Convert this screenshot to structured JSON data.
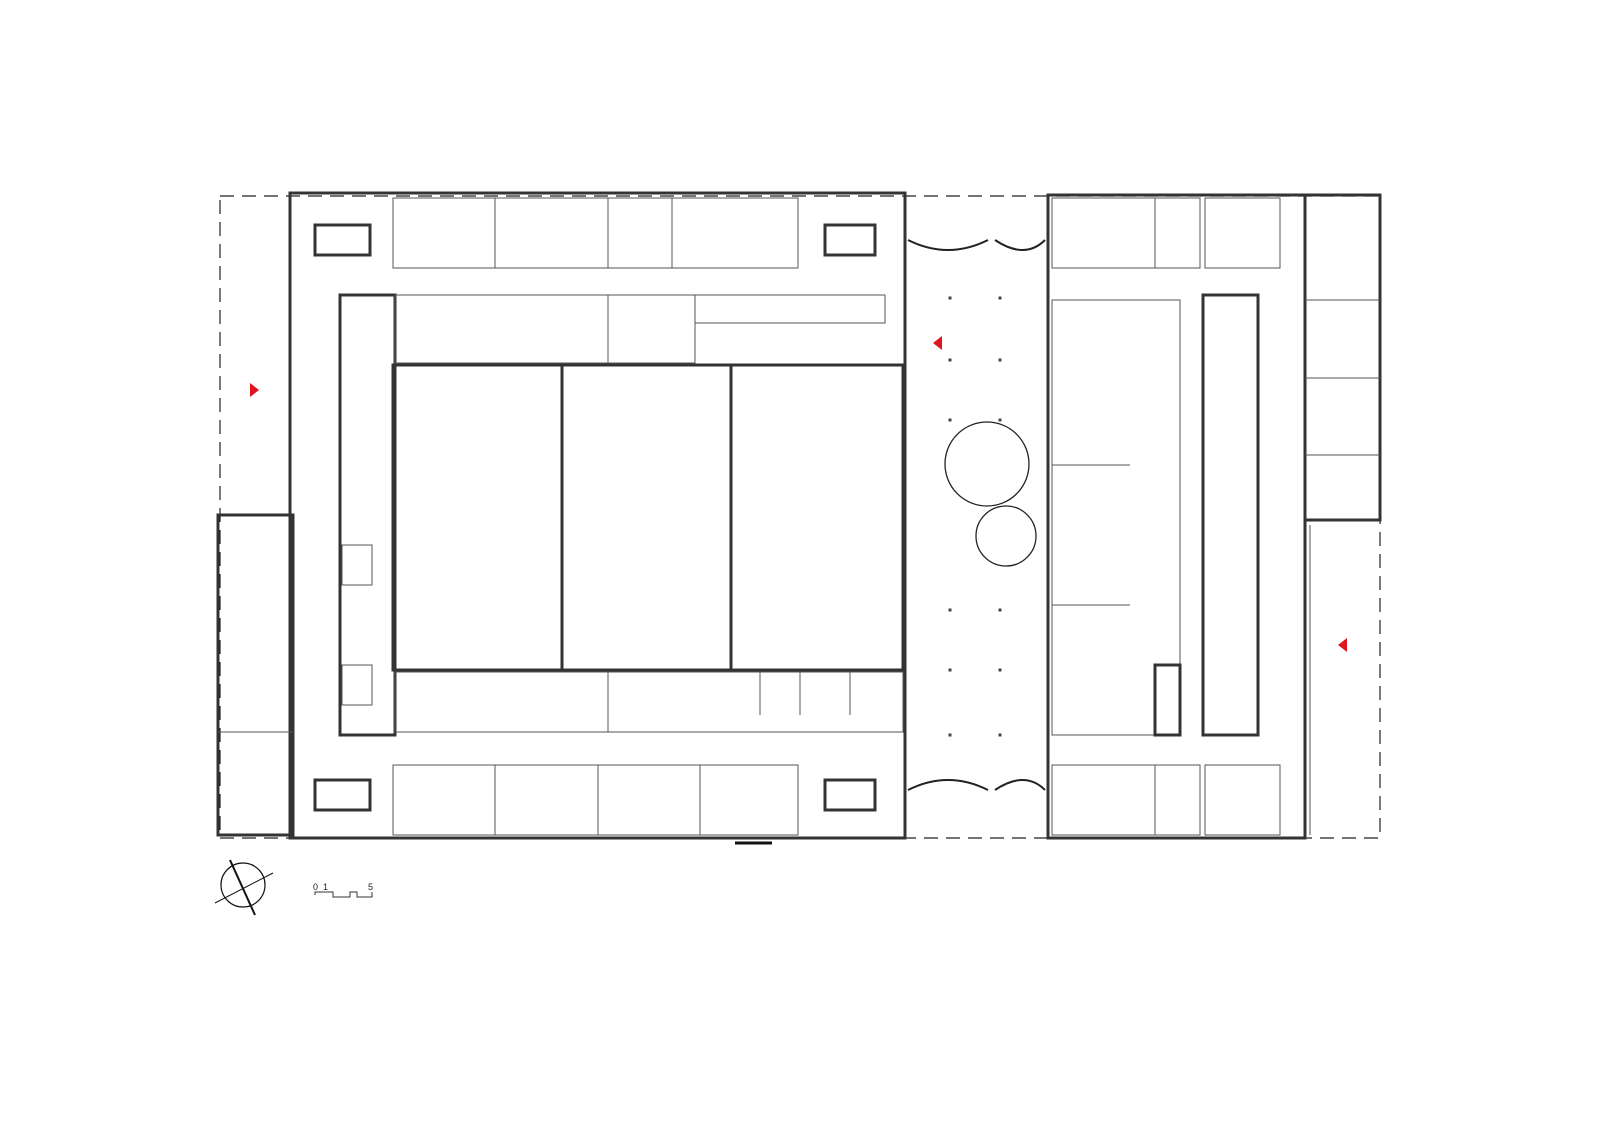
{
  "drawing": {
    "type": "floor-plan",
    "accent_color": "#e0141e",
    "entrance_markers": 3,
    "trees": 2
  },
  "scale_bar": {
    "labels": [
      "0",
      "1",
      "5"
    ]
  },
  "north_arrow": {
    "icon": "north-arrow-icon"
  }
}
